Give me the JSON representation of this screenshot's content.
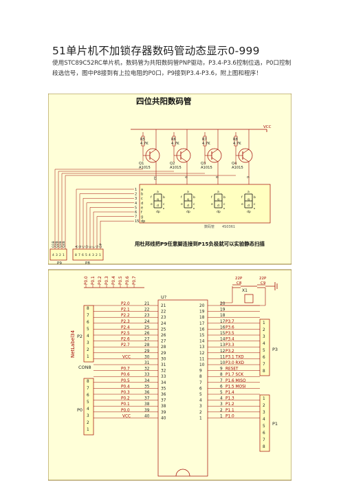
{
  "document": {
    "title": "51单片机不加锁存器数码管动态显示0-999",
    "intro": "使用STC89C52RC单片机，数码管为共阳数码管PNP驱动，P3.4-P3.6控制位选，P0口控制段选信号，图中P8接到有上拉电阻的P0口，P9接到P3.4-P3.6，附上图和程序！"
  },
  "schematic1": {
    "heading": "四位共阳数码管",
    "vcc_label": "VCC",
    "resistors": [
      {
        "ref": "R5",
        "value": "4.7K"
      },
      {
        "ref": "R6",
        "value": "4.7K"
      },
      {
        "ref": "R7",
        "value": "4.7K"
      },
      {
        "ref": "R8",
        "value": "4.7K"
      }
    ],
    "transistors": [
      {
        "ref": "Q1",
        "part": "A1015"
      },
      {
        "ref": "Q2",
        "part": "A1015"
      },
      {
        "ref": "Q3",
        "part": "A1015"
      },
      {
        "ref": "Q4",
        "part": "A1015"
      }
    ],
    "digit_pins": [
      "12",
      "9",
      "8",
      "6"
    ],
    "seg_pin_numbers": [
      "1",
      "2",
      "3",
      "4",
      "5",
      "6",
      "7",
      "15"
    ],
    "seg_letters": [
      "a",
      "b",
      "c",
      "d",
      "e",
      "f",
      "g",
      "dp"
    ],
    "display_letters": [
      "a",
      "b",
      "c",
      "d",
      "e",
      "f",
      "g",
      "dp"
    ],
    "display_caption": "数码管",
    "display_part": "4S0361",
    "p9_labels": [
      "Q1B",
      "Q2B",
      "Q3B",
      "Q4B"
    ],
    "p8_labels": [
      "A",
      "B",
      "C",
      "D",
      "E",
      "F",
      "G",
      "DP"
    ],
    "note": "用杜邦线把P9任意脚连接到P15负极就可以实验静态扫描",
    "p9_ref": "P9",
    "p8_ref": "P8",
    "p9_pins": [
      "4",
      "3",
      "2",
      "1"
    ],
    "p8_pins": [
      "8",
      "7",
      "6",
      "5",
      "4",
      "3",
      "2",
      "1"
    ]
  },
  "schematic2": {
    "mcu_ref": "U?",
    "netlabel": "NetLabel34",
    "cap1": {
      "value": "22P",
      "ref": "C8"
    },
    "cap2": {
      "value": "22P",
      "ref": "C9"
    },
    "crystal": "X1",
    "top_labels": [
      "P0.0",
      "P0.1",
      "P0.2",
      "P0.3",
      "P0.4",
      "P0.5",
      "P0.6",
      "P0.7"
    ],
    "p2_ref": "P2",
    "p0_ref": "P0",
    "p3_ref": "P3",
    "p1_ref": "P1",
    "con_ref": "CON8",
    "vcc_label": "VCC",
    "left_nets": [
      "P2.0",
      "P2.1",
      "P2.2",
      "P2.3",
      "P2.4",
      "P2.5",
      "P2.6",
      "P2.7",
      "",
      "VCC",
      "",
      "P0.7",
      "P0.6",
      "P0.5",
      "P0.4",
      "P0.3",
      "P0.2",
      "P0.1",
      "P0.0",
      "VCC"
    ],
    "left_pins": [
      "21",
      "22",
      "23",
      "24",
      "25",
      "26",
      "27",
      "28",
      "29",
      "30",
      "31",
      "32",
      "33",
      "34",
      "35",
      "36",
      "37",
      "38",
      "39",
      "40"
    ],
    "right_pins": [
      "20",
      "19",
      "18",
      "17",
      "16",
      "15",
      "14",
      "13",
      "12",
      "11",
      "10",
      "9",
      "8",
      "7",
      "6",
      "5",
      "4",
      "3",
      "2",
      "1"
    ],
    "right_nets": [
      "",
      "",
      "",
      "P3.7",
      "P3.6",
      "P3.5",
      "P3.4",
      "P3.3",
      "P3.2",
      "P3.1 TXD",
      "P3.0 RXD",
      "RESET",
      "P1.7 SCK",
      "P1.6 MISO",
      "P1.5 MOSI",
      "P1.4",
      "P1.3",
      "P1.2",
      "P1.1",
      "P1.0"
    ],
    "conn_pins": [
      "8",
      "7",
      "6",
      "5",
      "4",
      "3",
      "2",
      "1"
    ],
    "right_conn_pins": [
      "1",
      "2",
      "3",
      "4",
      "5",
      "6",
      "7",
      "8"
    ]
  }
}
